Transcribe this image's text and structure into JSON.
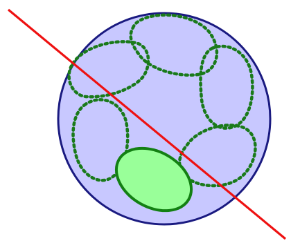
{
  "colors": {
    "big_circle_fill": "#c8c8ff",
    "big_circle_stroke": "#1a1a80",
    "dotted_region_stroke": "#1a7a1a",
    "highlight_fill": "#99ff99",
    "highlight_stroke": "#138013",
    "line_stroke": "#ee1111"
  },
  "shapes": {
    "big_circle": "circle",
    "dotted_regions": [
      "region-top",
      "region-top-left",
      "region-right",
      "region-left",
      "region-bottom-right"
    ],
    "highlight_region": "ellipse",
    "cut_line": "straight-line"
  }
}
